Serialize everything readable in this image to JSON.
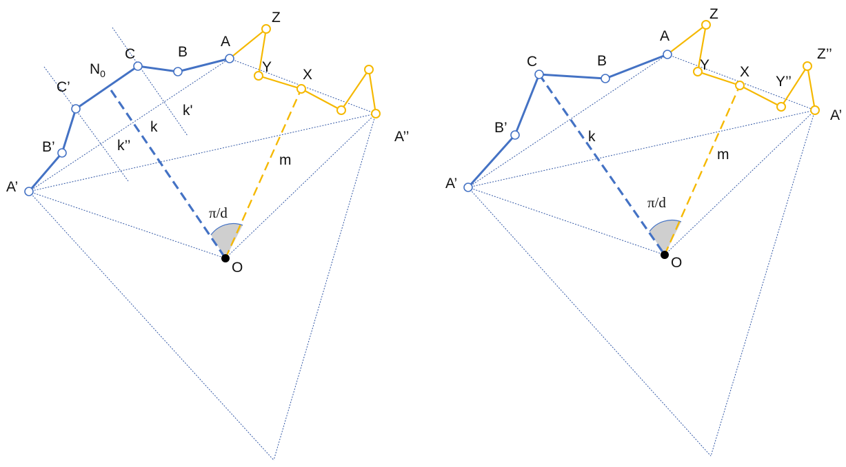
{
  "left": {
    "labels": {
      "A": "A",
      "B": "B",
      "C": "C",
      "N0": "N",
      "N0_sub": "0",
      "C1": "C’",
      "B1": "B’",
      "A1": "A’",
      "A2": "A’’",
      "Z": "Z",
      "Y": "Y",
      "X": "X",
      "k": "k",
      "k1": "k'",
      "k2": "k’’",
      "m": "m",
      "O": "O",
      "angle": "π/d"
    }
  },
  "right": {
    "labels": {
      "A": "A",
      "B": "B",
      "C": "C",
      "B1": "B’",
      "A1": "A’",
      "A2": "A’",
      "Z": "Z",
      "Y": "Y",
      "X": "X",
      "Y2": "Y’’",
      "Z2": "Z’’",
      "k": "k",
      "m": "m",
      "O": "O",
      "angle": "π/d"
    }
  }
}
